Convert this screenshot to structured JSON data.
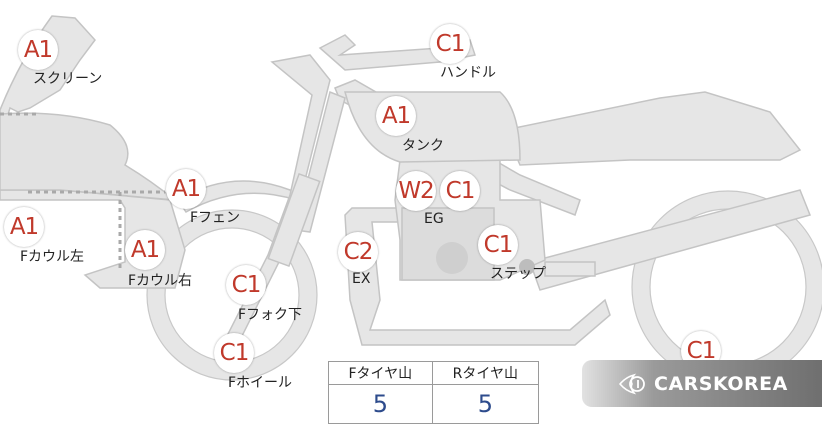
{
  "colors": {
    "part_fill": "#e6e6e6",
    "part_stroke": "#bdbdbd",
    "badge_text": "#c0392b",
    "value_text": "#2d4b8c"
  },
  "badges": [
    {
      "grade": "A1",
      "label": "スクリーン"
    },
    {
      "grade": "C1",
      "label": "ハンドル"
    },
    {
      "grade": "A1",
      "label": "タンク"
    },
    {
      "grade": "A1",
      "label": "Fフェン"
    },
    {
      "grade": "W2",
      "label": ""
    },
    {
      "grade": "C1",
      "label": "EG"
    },
    {
      "grade": "A1",
      "label": "Fカウル左"
    },
    {
      "grade": "A1",
      "label": "Fカウル右"
    },
    {
      "grade": "C2",
      "label": "EX"
    },
    {
      "grade": "C1",
      "label": "ステップ"
    },
    {
      "grade": "C1",
      "label": "Fフォク下"
    },
    {
      "grade": "C1",
      "label": "Fホイール"
    },
    {
      "grade": "C1",
      "label": ""
    }
  ],
  "tread_table": {
    "headers": [
      "Fタイヤ山",
      "Rタイヤ山"
    ],
    "values": [
      "5",
      "5"
    ]
  },
  "brand": {
    "name": "CARSKOREA",
    "icon": "flame-logo-icon"
  }
}
